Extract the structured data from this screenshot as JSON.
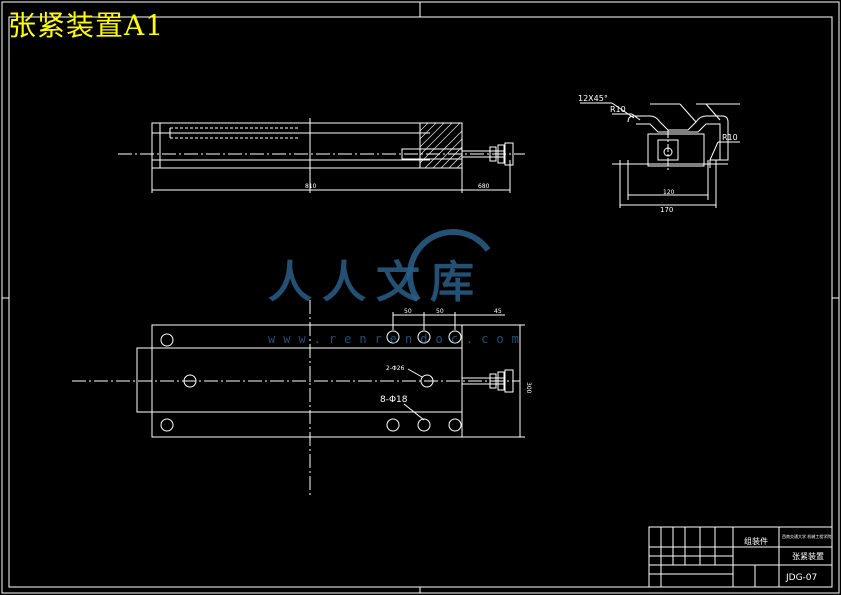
{
  "drawing": {
    "title": "张紧装置A1",
    "drawing_number": "JDG-07",
    "part_name": "张紧装置",
    "assembly_label": "组装件",
    "school_label": "西南交通大学 机械工程学院"
  },
  "dimensions": {
    "chamfer": "12X45°",
    "radius_left": "R10",
    "radius_right": "R10",
    "inner_width": "120",
    "outer_width": "170",
    "length_main": "810",
    "length_rod": "680",
    "spacing_1": "50",
    "spacing_2": "50",
    "spacing_3": "45",
    "overall_height": "300",
    "hole_callout_1": "2-Φ26",
    "hole_callout_2": "8-Φ18"
  },
  "watermark": {
    "text": "人人文库",
    "url": "www.renrendoc.com"
  },
  "colors": {
    "background": "#000000",
    "lines": "#ffffff",
    "title": "#ffff00",
    "watermark": "#2a5f88"
  }
}
